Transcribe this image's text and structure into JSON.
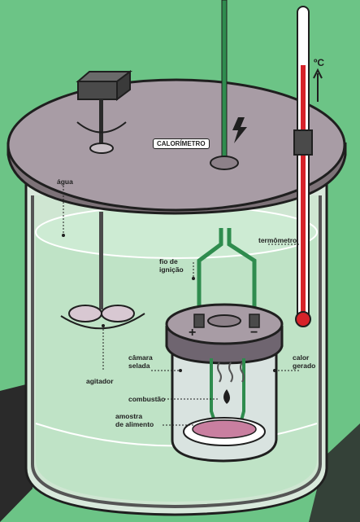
{
  "title": "CALORÍMETRO",
  "unit": "ºC",
  "labels": {
    "agua": "água",
    "termometro": "termômetro",
    "fio_ignicao": "fio de\nignição",
    "agitador": "agitador",
    "camara_selada": "câmara\nselada",
    "calor_gerado": "calor\ngerado",
    "combustao": "combustão",
    "amostra": "amostra\nde alimento"
  },
  "signs": {
    "plus": "+",
    "minus": "−"
  },
  "colors": {
    "background": "#6cc486",
    "lid": "#a89ca5",
    "water": "#bfe3c6",
    "sample": "#c97fa0",
    "mercury": "#d6232a",
    "wire": "#2f8c4e"
  }
}
